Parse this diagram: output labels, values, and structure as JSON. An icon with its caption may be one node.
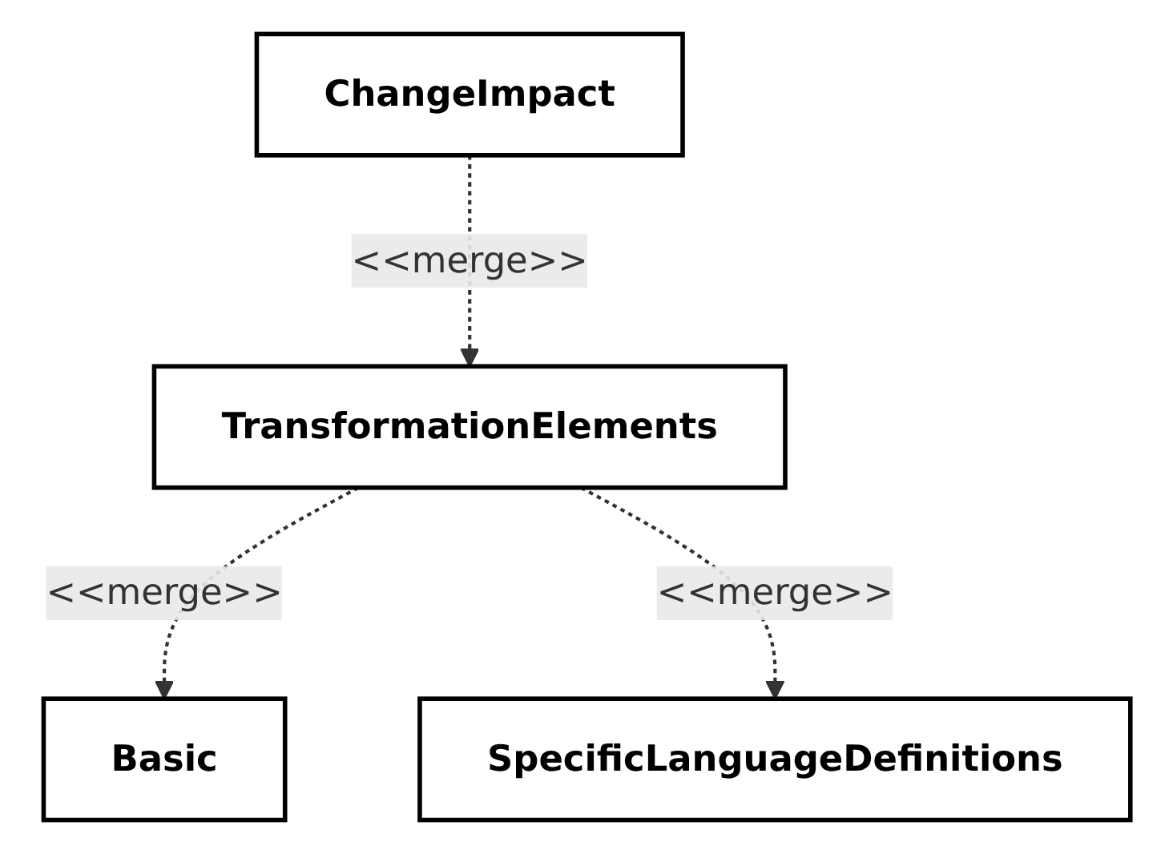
{
  "diagram": {
    "nodes": [
      {
        "text": [
          "ChangeImpact"
        ]
      },
      {
        "text": [
          "TransformationElements"
        ]
      },
      {
        "text": [
          "Basic"
        ]
      },
      {
        "text": [
          "SpecificLanguageDefinitions"
        ]
      }
    ],
    "edges": [
      {
        "from": 0,
        "to": 1,
        "arrow": "to",
        "style": "dashed",
        "label": "<<merge>>"
      },
      {
        "from": 1,
        "to": 2,
        "arrow": "to",
        "style": "dashed",
        "label": "<<merge>>"
      },
      {
        "from": 1,
        "to": 3,
        "arrow": "to",
        "style": "dashed",
        "label": "<<merge>>"
      }
    ]
  }
}
